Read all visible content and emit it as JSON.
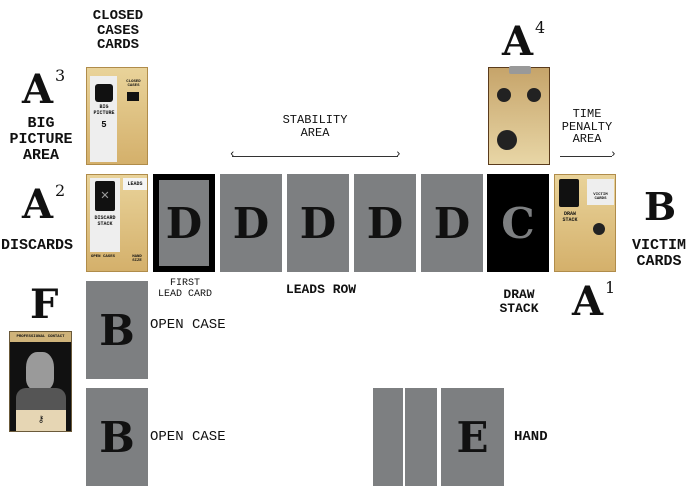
{
  "labels": {
    "closed_cases": "CLOSED\nCASES\nCARDS",
    "big_picture": "BIG\nPICTURE\nAREA",
    "discards": "DISCARDS",
    "stability_area": "STABILITY\nAREA",
    "time_penalty": "TIME\nPENALTY\nAREA",
    "victim_cards": "VICTIM\nCARDS",
    "first_lead_card": "FIRST\nLEAD CARD",
    "leads_row": "LEADS ROW",
    "draw_stack": "DRAW\nSTACK",
    "open_case_1": "OPEN CASE",
    "open_case_2": "OPEN CASE",
    "hand": "HAND"
  },
  "markers": {
    "a3": "A",
    "a3_sup": "3",
    "a2": "A",
    "a2_sup": "2",
    "a4": "A",
    "a4_sup": "4",
    "a1": "A",
    "a1_sup": "1",
    "b_victim": "B",
    "f": "F"
  },
  "cards": {
    "first_lead": "D",
    "leads": [
      "D",
      "D",
      "D",
      "D"
    ],
    "draw": "C",
    "open_case_1": "B",
    "open_case_2": "B",
    "hand": "E"
  },
  "card_art": {
    "closed_cases": {
      "top": "CLOSED CASES",
      "mid": "BIG PICTURE",
      "num": "5"
    },
    "discard": {
      "top": "LEADS",
      "mid": "DISCARD STACK",
      "bottom": "OPEN CASES",
      "hand": "HAND SIZE"
    },
    "victim": {
      "top": "VICTIM CARDS",
      "mid": "DRAW STACK"
    },
    "contact": {
      "title": "PROFESSIONAL CONTACT"
    }
  }
}
